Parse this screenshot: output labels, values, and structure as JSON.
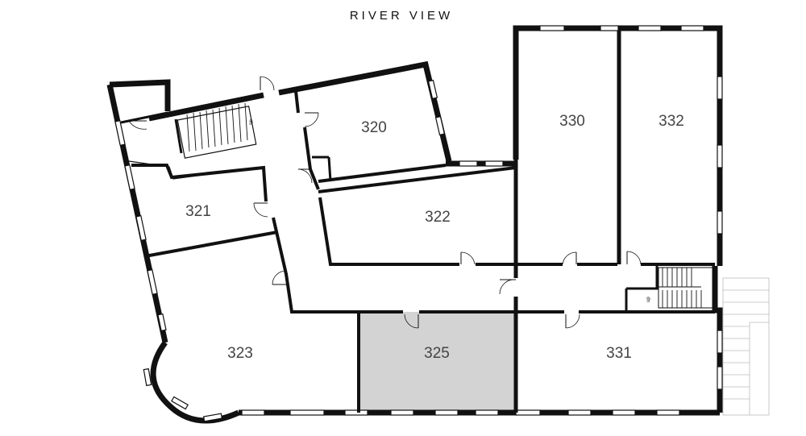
{
  "caption": "RIVER VIEW",
  "rooms": {
    "r320": "320",
    "r321": "321",
    "r322": "322",
    "r323": "323",
    "r325": "325",
    "r330": "330",
    "r331": "331",
    "r332": "332"
  },
  "stair_marks": {
    "upper": "up",
    "lower": "up"
  },
  "colors": {
    "wall": "#111111",
    "highlight_room": "#d3d3d3",
    "label": "#444444"
  },
  "highlighted_room": "325"
}
